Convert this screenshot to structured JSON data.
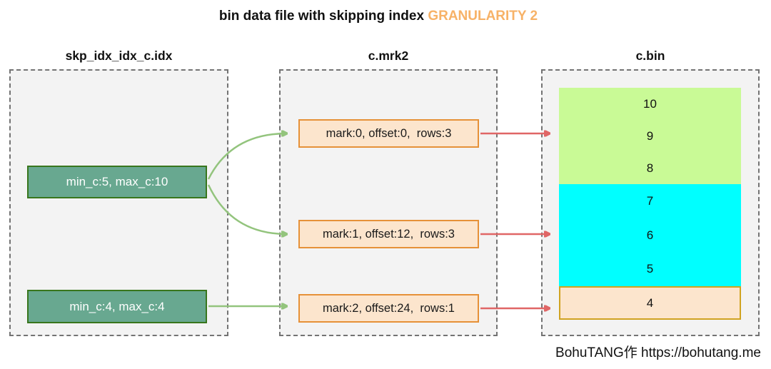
{
  "title": {
    "main": "bin data file with skipping index ",
    "highlight": "GRANULARITY 2"
  },
  "idx_column": {
    "header": "skp_idx_idx_c.idx",
    "entries": [
      "min_c:5, max_c:10",
      "min_c:4, max_c:4"
    ]
  },
  "mrk_column": {
    "header": "c.mrk2",
    "entries": [
      "mark:0, offset:0,  rows:3",
      "mark:1, offset:12,  rows:3",
      "mark:2, offset:24,  rows:1"
    ]
  },
  "bin_column": {
    "header": "c.bin",
    "blocks": [
      {
        "fill": "#c9fa96",
        "rows": [
          "10",
          "9",
          "8"
        ]
      },
      {
        "fill": "#00ffff",
        "rows": [
          "7",
          "6",
          "5"
        ]
      },
      {
        "fill": "#fce5cd",
        "rows": [
          "4"
        ]
      }
    ]
  },
  "footer": {
    "credit": "BohuTANG作 https://bohutang.me"
  },
  "colors": {
    "title_highlight": "#f7b267",
    "index_box_fill": "#68a890",
    "index_box_border": "#38761d",
    "mark_box_fill": "#fce5cd",
    "mark_box_border": "#e69138",
    "bin_block_green": "#c9fa96",
    "bin_block_cyan": "#00ffff",
    "bin_block_orange_fill": "#fce5cd",
    "bin_block_orange_border": "#d0a321",
    "arrow_green": "#93c47d",
    "arrow_red": "#e06666",
    "panel_background": "#f3f3f3"
  }
}
